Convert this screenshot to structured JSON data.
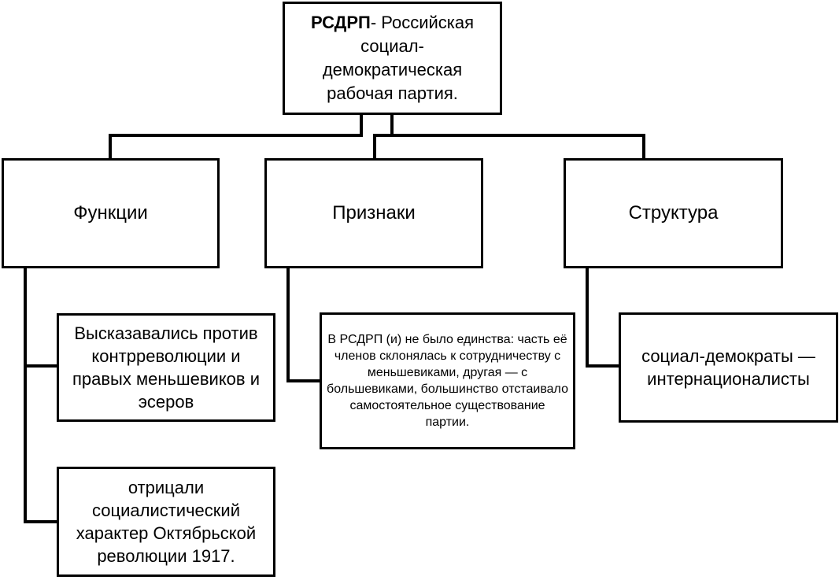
{
  "root": {
    "abbr": "РСДРП",
    "rest": "- Российская социал-демократическая рабочая партия."
  },
  "categories": {
    "functions": "Функции",
    "features": "Признаки",
    "structure": "Структура"
  },
  "functions_items": [
    "Высказавались против контрреволюции и правых меньшевиков и эсеров",
    "отрицали социалистический характер Октябрьской революции 1917."
  ],
  "features_items": [
    "В РСДРП (и) не было единства: часть её членов склонялась к сотрудничеству с меньшевиками, другая — с большевиками, большинство отстаивало самостоятельное существование партии."
  ],
  "structure_items": [
    "социал-демократы — интернационалисты"
  ]
}
